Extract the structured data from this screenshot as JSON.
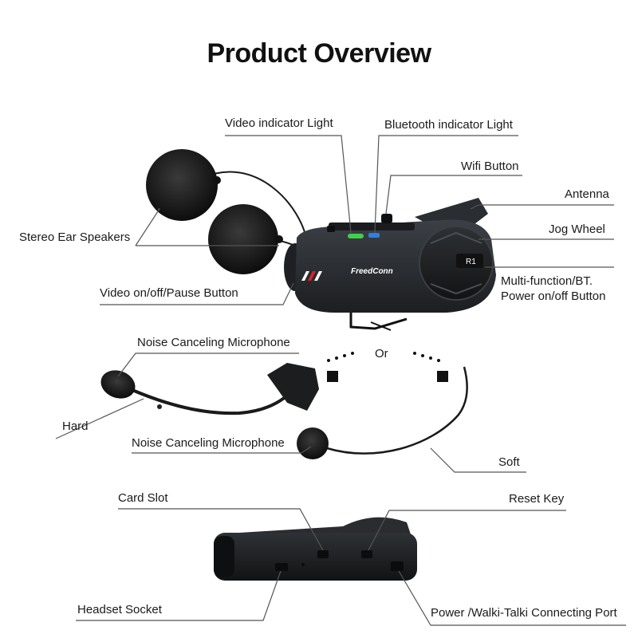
{
  "title": "Product Overview",
  "brand": "FreedConn",
  "model_badge": "R1",
  "or_text": "Or",
  "callouts": {
    "video_indicator_light": "Video indicator Light",
    "bluetooth_indicator_light": "Bluetooth indicator Light",
    "wifi_button": "Wifi Button",
    "antenna": "Antenna",
    "jog_wheel": "Jog Wheel",
    "stereo_ear_speakers": "Stereo Ear Speakers",
    "multi_function_line1": "Multi-function/BT.",
    "multi_function_line2": "Power on/off Button",
    "video_pause_button": "Video on/off/Pause Button",
    "noise_mic_hard": "Noise Canceling Microphone",
    "hard": "Hard",
    "noise_mic_soft": "Noise Canceling Microphone",
    "soft": "Soft",
    "card_slot": "Card Slot",
    "reset_key": "Reset Key",
    "headset_socket": "Headset Socket",
    "power_port": "Power /Walki-Talki Connecting Port"
  },
  "colors": {
    "device_body": "#2b2e33",
    "green_led": "#3fd14a",
    "blue_led": "#2f7fe0",
    "red_stripe": "#d8232a",
    "leader_line": "#555555"
  }
}
